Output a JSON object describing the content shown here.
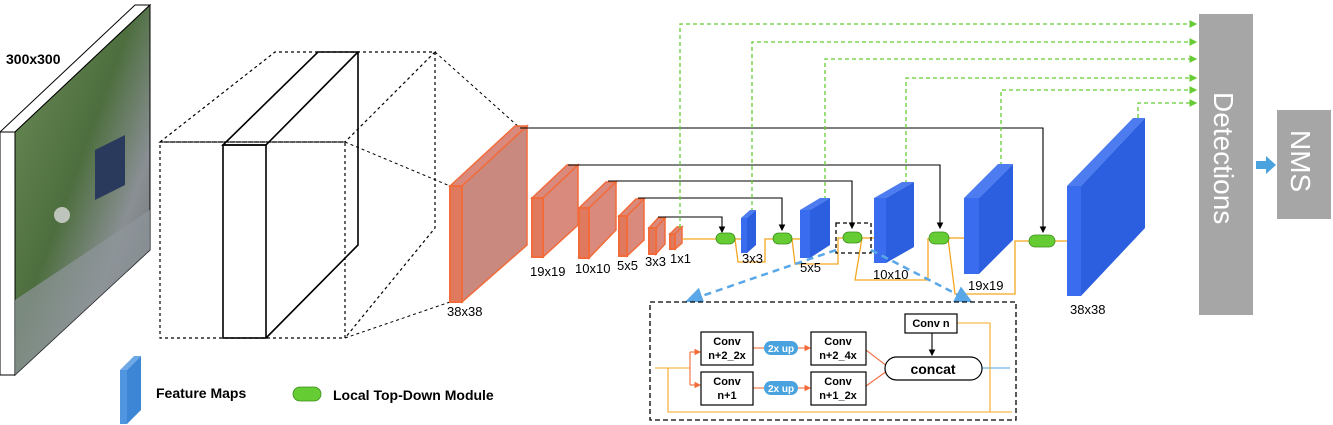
{
  "input": {
    "size_label": "300x300"
  },
  "encoder_maps": [
    "38x38",
    "19x19",
    "10x10",
    "5x5",
    "3x3",
    "1x1"
  ],
  "decoder_maps": [
    "3x3",
    "5x5",
    "10x10",
    "19x19",
    "38x38"
  ],
  "detections_label": "Detections",
  "nms_label": "NMS",
  "module_detail": {
    "conv_a1": "Conv",
    "conv_a2": "n+2_2x",
    "conv_b1": "Conv",
    "conv_b2": "n+1",
    "up_a": "2x up",
    "up_b": "2x up",
    "conv_c1": "Conv",
    "conv_c2": "n+2_4x",
    "conv_d1": "Conv",
    "conv_d2": "n+1_2x",
    "conv_n": "Conv n",
    "concat": "concat"
  },
  "legend": {
    "feature_maps": "Feature Maps",
    "local_module": "Local Top-Down Module"
  },
  "colors": {
    "encoder_fill": "#d98a7c",
    "encoder_border": "#f26b3a",
    "decoder_fill": "#2b5fe0",
    "green_module": "#66cc33",
    "green_dash": "#66cc33",
    "orange_line": "#f5a623",
    "blue_dash": "#5aa7e8",
    "gray_box": "#a6a6a6",
    "up_pill": "#4aa3df"
  }
}
